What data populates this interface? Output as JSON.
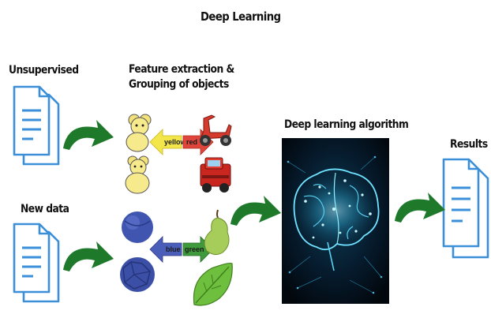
{
  "title": "Deep Learning",
  "labels": {
    "unsupervised": "Unsupervised",
    "new_data": "New data",
    "feature_extraction_line1": "Feature extraction &",
    "feature_extraction_line2": "Grouping of objects",
    "algorithm": "Deep learning algorithm",
    "results": "Results"
  },
  "grouping_arrows": {
    "top_left": "yellow",
    "top_right": "red",
    "bottom_left": "blue",
    "bottom_right": "green"
  },
  "icons": [
    "document-icon",
    "curved-arrow-icon",
    "teddy-bear-icon",
    "scooter-icon",
    "truck-icon",
    "ball-icon",
    "pear-icon",
    "leaf-icon",
    "brain-circuit-icon"
  ],
  "colors": {
    "doc_blue": "#3a8fd8",
    "arrow_green": "#1e7a2a",
    "yellow_arrow": "#f2e64a",
    "red_arrow": "#e0453b",
    "blue_arrow": "#4a5db8",
    "green_arrow": "#3e9a3a",
    "brain_bg": "#04121f",
    "brain_glow": "#3fd3ff"
  }
}
